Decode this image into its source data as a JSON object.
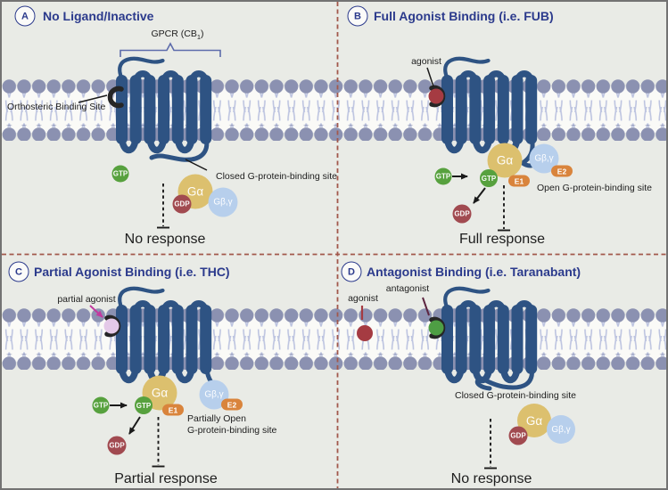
{
  "figure": {
    "type": "scientific-diagram",
    "subject": "GPCR (CB1) ligand binding states and G-protein signaling",
    "background_color": "#e9ebe6",
    "divider_color": "#a2584c",
    "title_color": "#2b3a8c"
  },
  "colors": {
    "receptor_blue": "#2e5383",
    "lipid_head": "#8b91b1",
    "lipid_tail": "#bdc4e0",
    "g_alpha_yellow": "#dcc06e",
    "g_beta_gamma_blue": "#b7cfec",
    "gtp_green": "#57a13e",
    "gdp_red": "#a14a50",
    "effector_orange": "#d9843c",
    "agonist_red": "#a53b42",
    "partial_agonist_pink": "#e4c9e8",
    "antagonist_green": "#4e9e44",
    "binding_site_black": "#262626",
    "pointer_magenta": "#c23a9f",
    "pointer_maroon": "#5d2540"
  },
  "panels": {
    "a": {
      "letter": "A",
      "title": "No Ligand/Inactive",
      "receptor_label_pre": "GPCR (CB",
      "receptor_label_sub": "1",
      "receptor_label_post": ")",
      "orthosteric_label": "Orthosteric Binding Site",
      "gtp": "GTP",
      "g_alpha": "Gα",
      "gdp": "GDP",
      "g_beta_gamma": "Gβ,γ",
      "state_label": "Closed G-protein-binding site",
      "response": "No response"
    },
    "b": {
      "letter": "B",
      "title": "Full Agonist Binding (i.e. FUB)",
      "ligand_label": "agonist",
      "gtp_free": "GTP",
      "gtp_bound": "GTP",
      "g_alpha": "Gα",
      "e1": "E1",
      "g_beta_gamma": "Gβ,γ",
      "e2": "E2",
      "gdp": "GDP",
      "state_label": "Open G-protein-binding site",
      "response": "Full response"
    },
    "c": {
      "letter": "C",
      "title": "Partial Agonist Binding (i.e. THC)",
      "ligand_label": "partial agonist",
      "gtp_free": "GTP",
      "gtp_bound": "GTP",
      "g_alpha": "Gα",
      "e1": "E1",
      "g_beta_gamma": "Gβ,γ",
      "e2": "E2",
      "gdp": "GDP",
      "state_label_line1": "Partially Open",
      "state_label_line2": "G-protein-binding site",
      "response": "Partial response"
    },
    "d": {
      "letter": "D",
      "title": "Antagonist Binding (i.e. Taranabant)",
      "agonist_label": "agonist",
      "antagonist_label": "antagonist",
      "state_label": "Closed G-protein-binding site",
      "g_alpha": "Gα",
      "gdp": "GDP",
      "g_beta_gamma": "Gβ,γ",
      "response": "No response"
    }
  }
}
